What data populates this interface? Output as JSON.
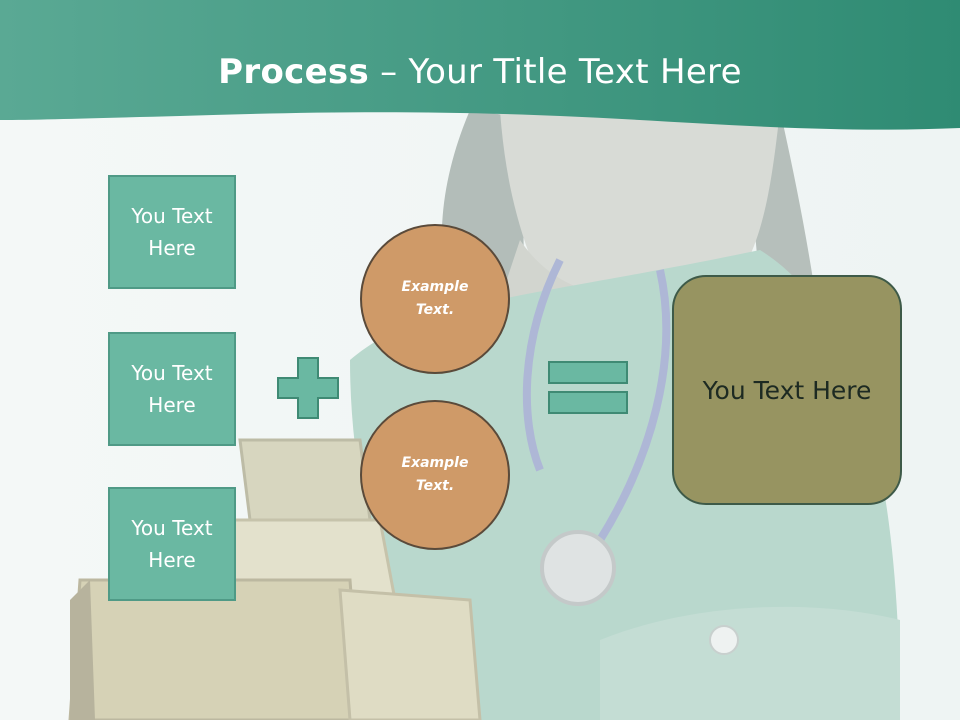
{
  "title": {
    "bold": "Process",
    "dash": " – ",
    "rest": "Your Title Text Here"
  },
  "boxes": [
    {
      "label": "You Text Here"
    },
    {
      "label": "You Text Here"
    },
    {
      "label": "You Text Here"
    }
  ],
  "circles": [
    {
      "label": "Example Text."
    },
    {
      "label": "Example Text."
    }
  ],
  "result": {
    "label": "You Text Here"
  },
  "colors": {
    "header": "#3f9c82",
    "box": "#6ab8a2",
    "circle": "#cf9a68",
    "result": "#979461"
  },
  "icons": [
    "plus-icon",
    "equals-icon"
  ]
}
